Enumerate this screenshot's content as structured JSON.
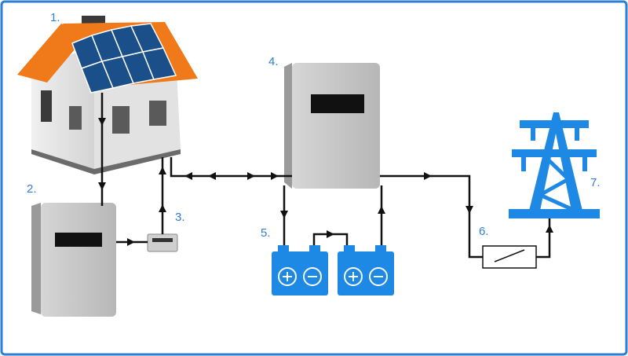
{
  "labels": {
    "house": "1.",
    "inverter_left": "2.",
    "meter": "3.",
    "inverter_center": "4.",
    "batteries": "5.",
    "switch": "6.",
    "pylon": "7."
  },
  "colors": {
    "frame": "#2f7fd0",
    "wire": "#111111",
    "battery": "#1e88e5",
    "pylon": "#1e88e5",
    "roof": "#f07a1a",
    "solar_panel": "#1b4f8a",
    "cabinet": "#c9c9c9",
    "display": "#111111"
  },
  "icons": {
    "house": "house-with-solar-panels-icon",
    "inverter": "inverter-cabinet-icon",
    "meter": "electricity-meter-icon",
    "battery": "battery-icon",
    "switch": "disconnect-switch-icon",
    "pylon": "transmission-tower-icon"
  }
}
